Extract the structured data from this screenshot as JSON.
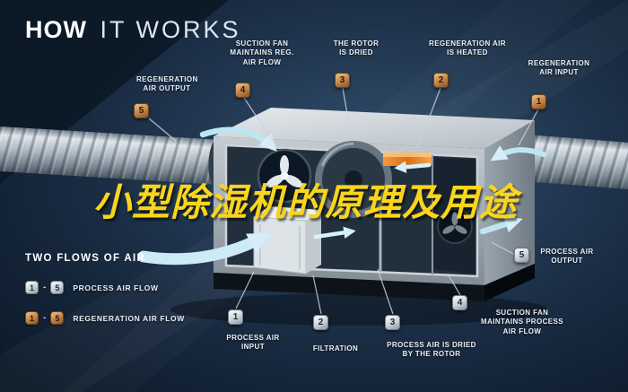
{
  "header": {
    "title_bold": "HOW",
    "title_light": "IT WORKS"
  },
  "overlay_title": "小型除湿机的原理及用途",
  "callouts": {
    "regeneration": [
      {
        "num": "1",
        "label": "REGENERATION AIR INPUT"
      },
      {
        "num": "2",
        "label": "REGENERATION AIR IS HEATED"
      },
      {
        "num": "3",
        "label": "THE ROTOR IS DRIED"
      },
      {
        "num": "4",
        "label": "SUCTION FAN MAINTAINS REG. AIR FLOW"
      },
      {
        "num": "5",
        "label": "REGENERATION AIR OUTPUT"
      }
    ],
    "process": [
      {
        "num": "1",
        "label": "PROCESS AIR INPUT"
      },
      {
        "num": "2",
        "label": "FILTRATION"
      },
      {
        "num": "3",
        "label": "PROCESS AIR IS DRIED BY THE ROTOR"
      },
      {
        "num": "4",
        "label": "SUCTION FAN MAINTAINS PROCESS AIR FLOW"
      },
      {
        "num": "5",
        "label": "PROCESS AIR OUTPUT"
      }
    ]
  },
  "legend": {
    "heading": "TWO FLOWS OF AIR",
    "separator": "-",
    "rows": [
      {
        "start_num": "1",
        "end_num": "5",
        "label": "PROCESS AIR FLOW",
        "marker_style": "silver"
      },
      {
        "start_num": "1",
        "end_num": "5",
        "label": "REGENERATION AIR FLOW",
        "marker_style": "copper"
      }
    ]
  },
  "colors": {
    "background_navy": "#16283c",
    "airflow_cyan": "#bfe5f3",
    "heater_orange": "#e07a1e",
    "overlay_title_yellow": "#f9d51b",
    "marker_silver": "#d9dfe4",
    "marker_copper": "#c08246",
    "label_text": "#e9eef2"
  }
}
